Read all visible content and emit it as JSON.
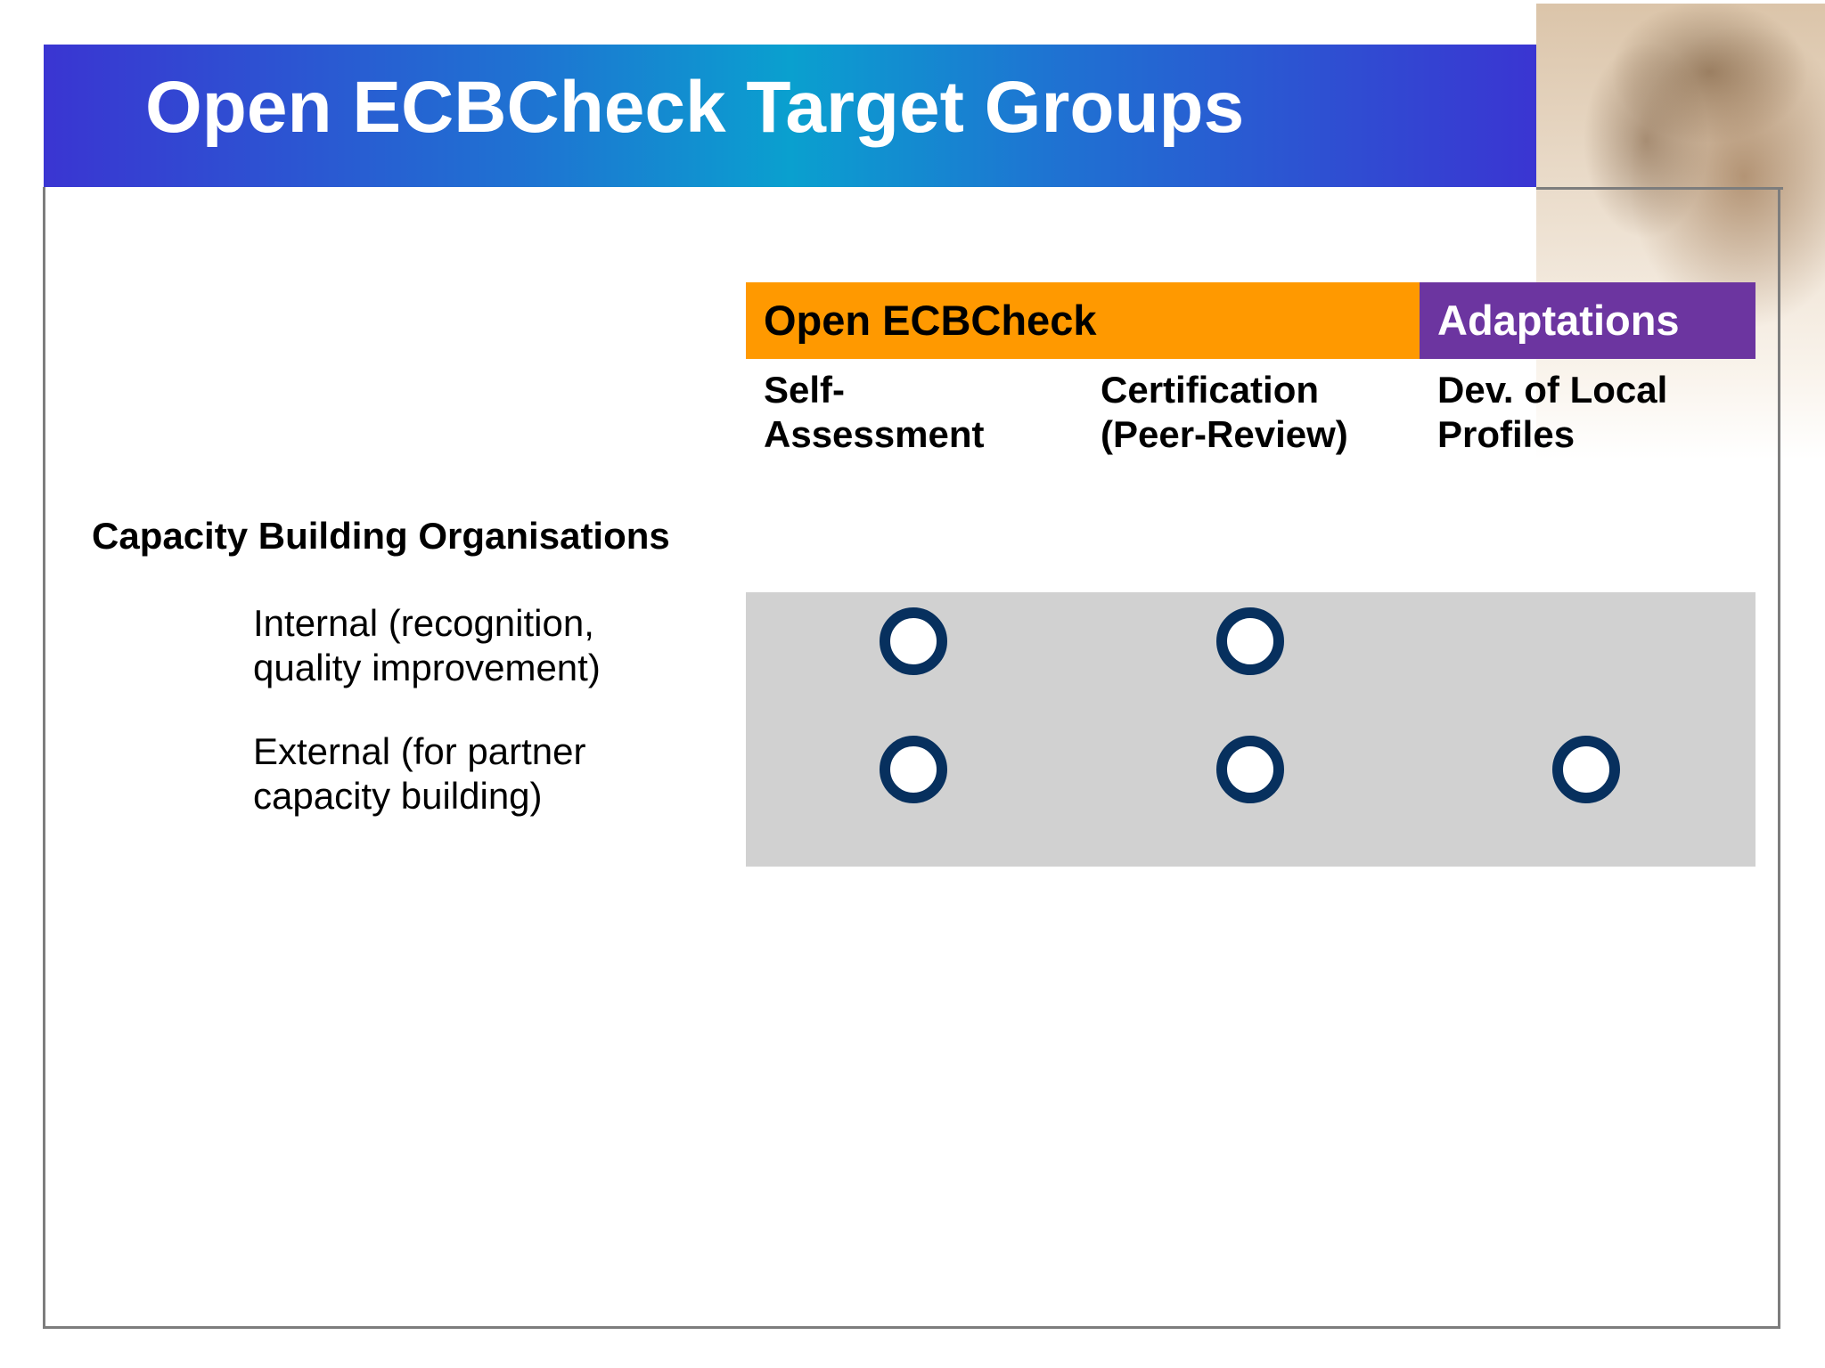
{
  "slide": {
    "title": "Open ECBCheck Target Groups"
  },
  "header": {
    "group_primary": "Open ECBCheck",
    "group_secondary": "Adaptations",
    "columns": [
      {
        "line1": "Self-",
        "line2": "Assessment"
      },
      {
        "line1": "Certification",
        "line2": "(Peer-Review)"
      },
      {
        "line1": "Dev. of Local",
        "line2": "Profiles"
      }
    ]
  },
  "section": {
    "label": "Capacity Building Organisations",
    "rows": [
      {
        "line1": "Internal (recognition,",
        "line2": "quality improvement)",
        "marks": [
          true,
          true,
          false
        ]
      },
      {
        "line1": "External (for partner",
        "line2": "capacity building)",
        "marks": [
          true,
          true,
          true
        ]
      }
    ]
  },
  "colors": {
    "primary_group": "#ff9900",
    "secondary_group": "#6c35a0",
    "marker": "#07305e",
    "band": "#d1d1d1"
  }
}
